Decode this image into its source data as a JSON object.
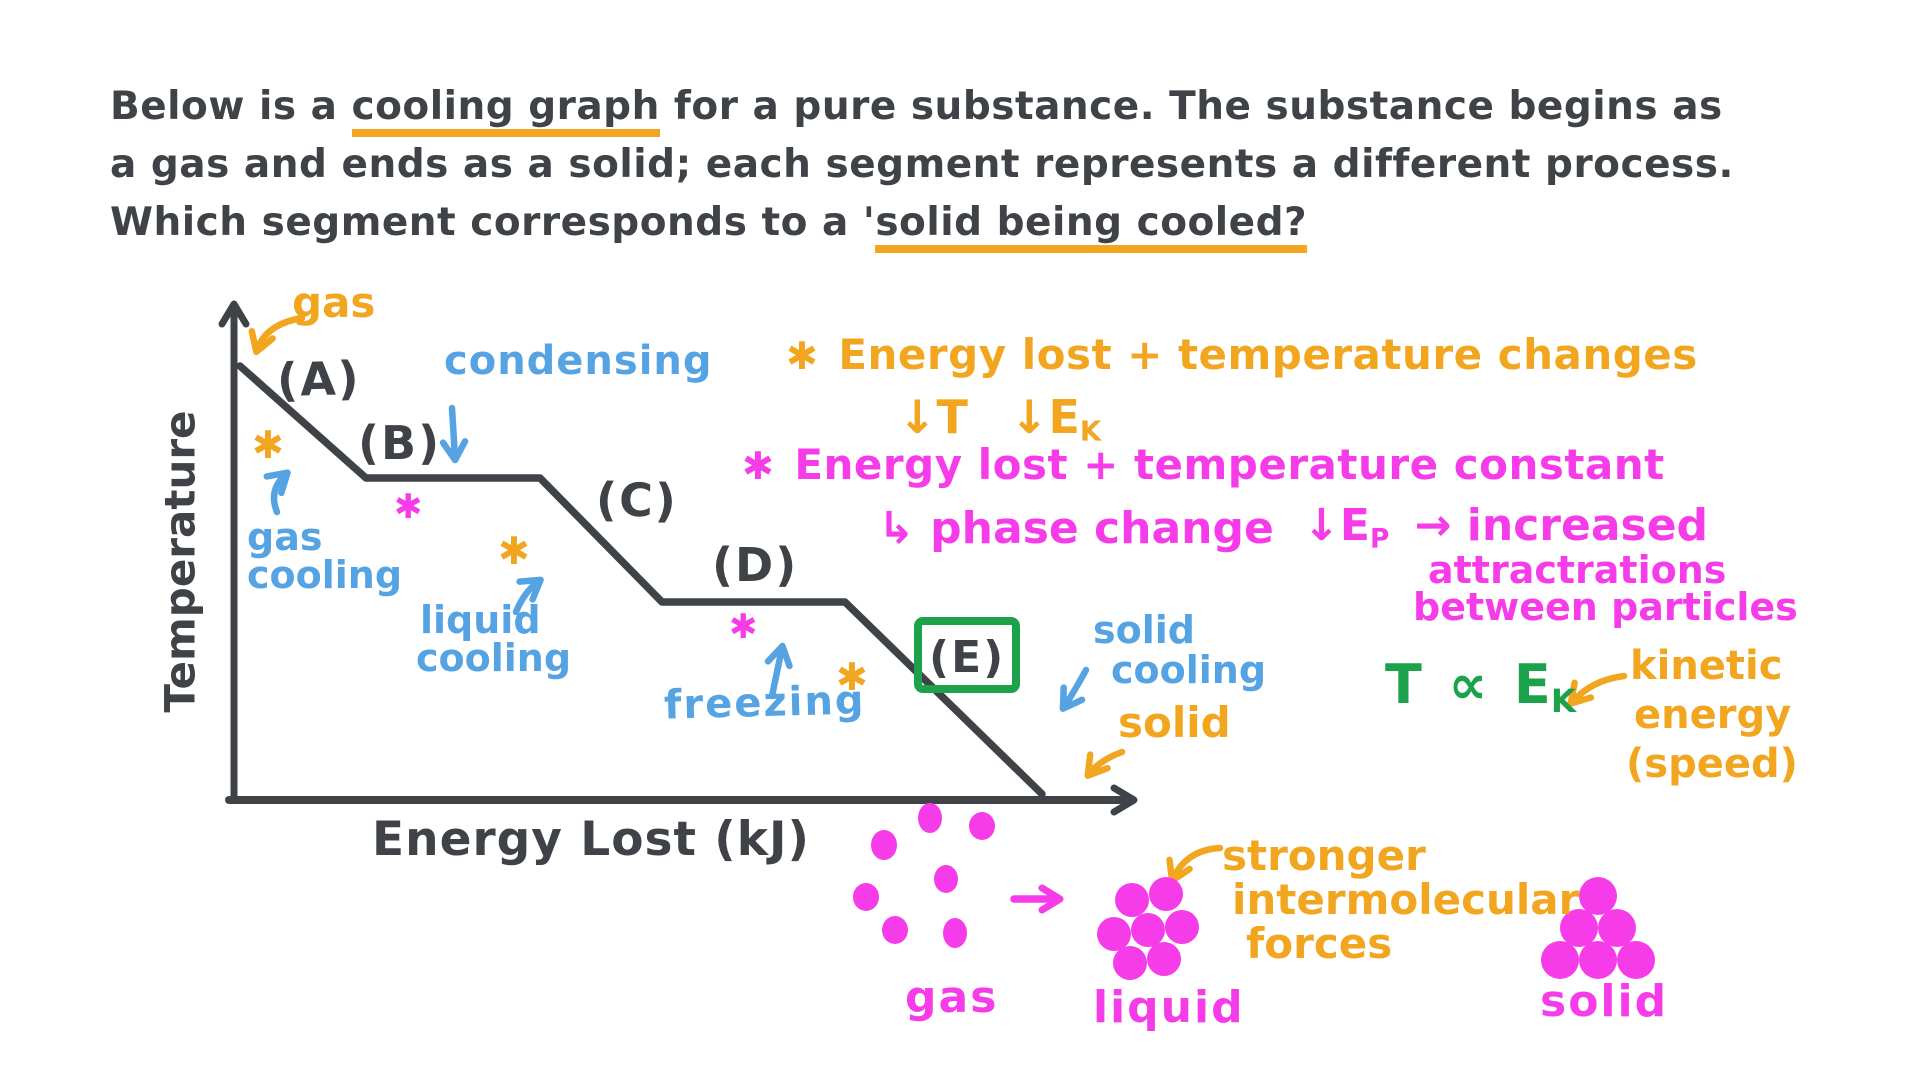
{
  "question": {
    "line1_pre": "Below is a ",
    "line1_underline": "cooling graph",
    "line1_post": " for a pure substance. The substance begins as",
    "line2": "a gas and ends as a solid; each segment represents a different process.",
    "line3_pre": "Which segment  corresponds to a '",
    "line3_underline": "solid being cooled?"
  },
  "graph": {
    "y_axis_label": "Temperature",
    "x_axis_label": "Energy Lost (kJ)",
    "segment_labels": [
      "(A)",
      "(B)",
      "(C)",
      "(D)",
      "(E)"
    ],
    "asterisk": "✱",
    "annotations": {
      "gas_pointer": "gas",
      "condensing": "condensing",
      "gas_cooling_line1": "gas",
      "gas_cooling_line2": "cooling",
      "liquid_cooling_line1": "liquid",
      "liquid_cooling_line2": "cooling",
      "freezing": "freezing",
      "solid_cooling_line1": "solid",
      "solid_cooling_line2": "cooling",
      "solid_pointer": "solid"
    }
  },
  "notes": {
    "orange": {
      "bullet": "✱",
      "text": "Energy lost + temperature changes",
      "t_arrow": "↓T",
      "ek_arrow": "↓E",
      "ek_sub": "K"
    },
    "pink": {
      "bullet": "✱",
      "text": "Energy lost + temperature constant",
      "phase": "↳ phase change",
      "ep_arrow": "↓E",
      "ep_sub": "P",
      "to_increased": "→ increased",
      "line3": "attractrations",
      "line4": "between particles"
    },
    "kinetic": {
      "t": "T",
      "prop": "∝",
      "e": "E",
      "e_sub": "K",
      "label_line1": "kinetic",
      "label_line2": "energy",
      "label_line3": "(speed)"
    }
  },
  "particles": {
    "gas_label": "gas",
    "liquid_label": "liquid",
    "solid_label": "solid",
    "forces_line1": "stronger",
    "forces_line2": "intermolecular",
    "forces_line3": "forces"
  },
  "colors": {
    "ink": "#3f4347",
    "orange": "#f2a51f",
    "blue": "#55a3e3",
    "pink": "#f63be9",
    "green": "#1ca24a"
  }
}
